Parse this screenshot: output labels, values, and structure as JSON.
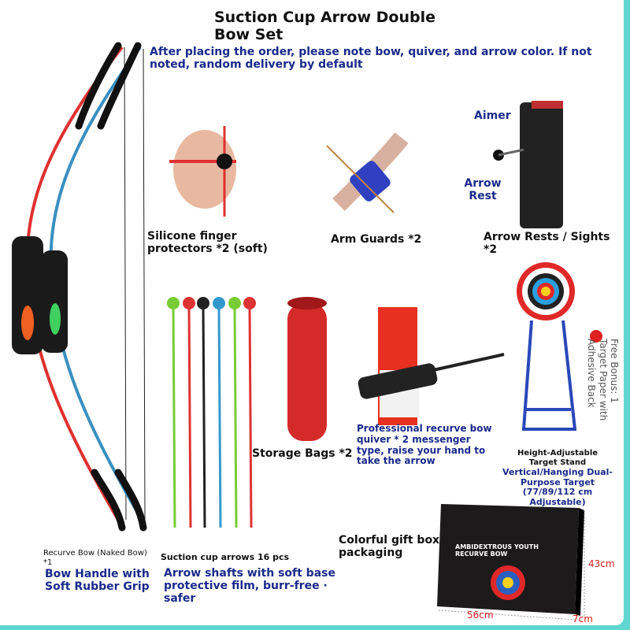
{
  "title": "Suction Cup Arrow Double Bow Set",
  "notice": "After placing the order, please note bow, quiver, and arrow color. If not noted, random delivery by default",
  "bow": {
    "label": "Recurve Bow (Naked Bow) *1",
    "handle": "Bow Handle with Soft Rubber Grip"
  },
  "finger": {
    "label": "Silicone finger protectors *2 (soft)"
  },
  "arm": {
    "label": "Arm Guards *2"
  },
  "sight": {
    "label": "Arrow Rests / Sights *2",
    "aimer": "Aimer",
    "rest": "Arrow Rest"
  },
  "arrows": {
    "label": "Suction cup arrows 16 pcs",
    "desc": "Arrow shafts with soft base protective film, burr-free · safer"
  },
  "bag": {
    "label": "Storage Bags *2"
  },
  "quiver": {
    "label": "Professional recurve bow quiver * 2 messenger type, raise your hand to take the arrow"
  },
  "stand": {
    "label": "Height-Adjustable Target Stand",
    "desc": "Vertical/Hanging Dual-Purpose Target (77/89/112 cm Adjustable)",
    "bonus": "Free Bonus: 1 Target Paper with Adhesive Back"
  },
  "box": {
    "label": "Colorful gift box packaging",
    "height": "43cm",
    "width": "56cm",
    "depth": "7cm",
    "box_title": "AMBIDEXTROUS YOUTH RECURVE BOW"
  },
  "colors": {
    "title": "#111111",
    "accent": "#1a2a8a",
    "border": "#5fd6d0"
  }
}
